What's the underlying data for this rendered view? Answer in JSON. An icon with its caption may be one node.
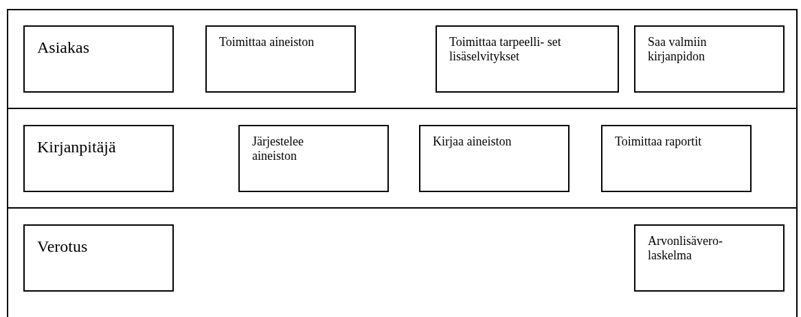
{
  "diagram": {
    "nodes": [
      {
        "text": [],
        "shape": "band"
      },
      {
        "text": [
          "Asiakas"
        ],
        "in": 0
      },
      {
        "text": [
          "Toimittaa aineiston"
        ],
        "in": 0
      },
      {
        "text": [
          "Toimittaa tarpeelli- set lisäselvitykset"
        ],
        "in": 0
      },
      {
        "text": [
          "Saa valmiin kirjanpidon"
        ],
        "in": 0
      },
      {
        "text": [],
        "shape": "band"
      },
      {
        "text": [
          "Kirjanpitäjä"
        ],
        "in": 5
      },
      {
        "text": [
          "Järjestelee aineiston"
        ],
        "in": 5
      },
      {
        "text": [
          "Kirjaa aineiston"
        ],
        "in": 5
      },
      {
        "text": [
          "Toimittaa raportit"
        ],
        "in": 5
      },
      {
        "text": [],
        "shape": "band"
      },
      {
        "text": [
          "Verotus"
        ],
        "in": 10
      },
      {
        "text": [
          "Arvonlisävero- laskelma"
        ],
        "in": 10
      }
    ]
  }
}
